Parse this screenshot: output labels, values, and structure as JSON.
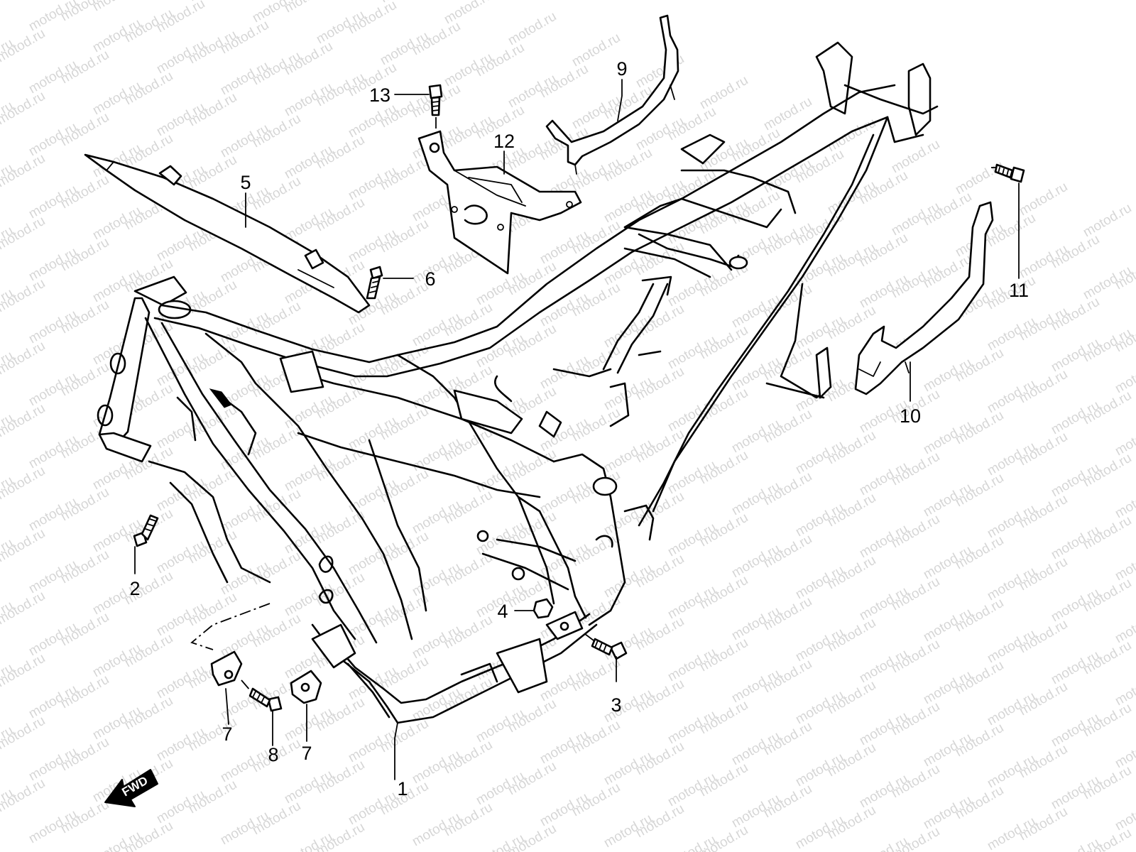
{
  "watermark": "motod.ru",
  "direction_marker": "FWD",
  "callouts": [
    {
      "id": "1",
      "text": "1"
    },
    {
      "id": "2",
      "text": "2"
    },
    {
      "id": "3",
      "text": "3"
    },
    {
      "id": "4",
      "text": "4"
    },
    {
      "id": "5",
      "text": "5"
    },
    {
      "id": "6",
      "text": "6"
    },
    {
      "id": "7a",
      "text": "7"
    },
    {
      "id": "7b",
      "text": "7"
    },
    {
      "id": "8",
      "text": "8"
    },
    {
      "id": "9",
      "text": "9"
    },
    {
      "id": "10",
      "text": "10"
    },
    {
      "id": "11",
      "text": "11"
    },
    {
      "id": "12",
      "text": "12"
    },
    {
      "id": "13",
      "text": "13"
    }
  ]
}
